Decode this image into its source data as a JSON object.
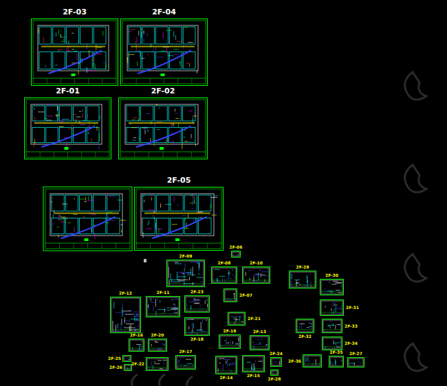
{
  "diagram": {
    "nodes": [
      {
        "text": [
          "2F-03"
        ]
      },
      {
        "text": [
          "2F-04"
        ]
      },
      {
        "text": [
          "2F-01"
        ]
      },
      {
        "text": [
          "2F-02"
        ]
      },
      {
        "text": [
          "2F-05"
        ]
      },
      {
        "text": [
          "2F-06"
        ]
      },
      {
        "text": [
          "2F-09"
        ]
      },
      {
        "text": [
          "2F-08"
        ]
      },
      {
        "text": [
          "2F-10"
        ]
      },
      {
        "text": [
          "2F-29"
        ]
      },
      {
        "text": [
          "2F-30"
        ]
      },
      {
        "text": [
          "2F-12"
        ]
      },
      {
        "text": [
          "2F-11"
        ]
      },
      {
        "text": [
          "2F-23"
        ]
      },
      {
        "text": [
          "2F-07"
        ]
      },
      {
        "text": [
          "2F-31"
        ]
      },
      {
        "text": [
          "2F-21"
        ]
      },
      {
        "text": [
          "2F-18"
        ]
      },
      {
        "text": [
          "2F-32"
        ]
      },
      {
        "text": [
          "2F-33"
        ]
      },
      {
        "text": [
          "2F-19"
        ]
      },
      {
        "text": [
          "2F-13"
        ]
      },
      {
        "text": [
          "2F-16"
        ]
      },
      {
        "text": [
          "2F-20"
        ]
      },
      {
        "text": [
          "2F-34"
        ]
      },
      {
        "text": [
          "2F-17"
        ]
      },
      {
        "text": [
          "2F-25"
        ]
      },
      {
        "text": [
          "2F-26"
        ]
      },
      {
        "text": [
          "2F-22"
        ]
      },
      {
        "text": [
          "2F-14"
        ]
      },
      {
        "text": [
          "2F-15"
        ]
      },
      {
        "text": [
          "2F-24"
        ]
      },
      {
        "text": [
          "2F-28"
        ]
      },
      {
        "text": [
          "2F-36"
        ]
      },
      {
        "text": [
          "2F-35"
        ]
      },
      {
        "text": [
          "2F-27"
        ]
      }
    ]
  }
}
